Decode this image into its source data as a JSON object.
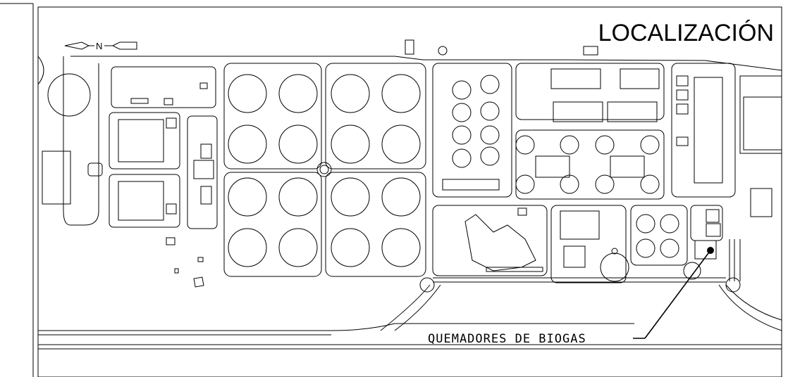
{
  "drawing": {
    "title": "LOCALIZACIÓN",
    "north_label": "N",
    "callout_label": "QUEMADORES DE BIOGAS",
    "callout_marker_color": "#000000",
    "line_color": "#000000",
    "background_color": "#ffffff"
  }
}
